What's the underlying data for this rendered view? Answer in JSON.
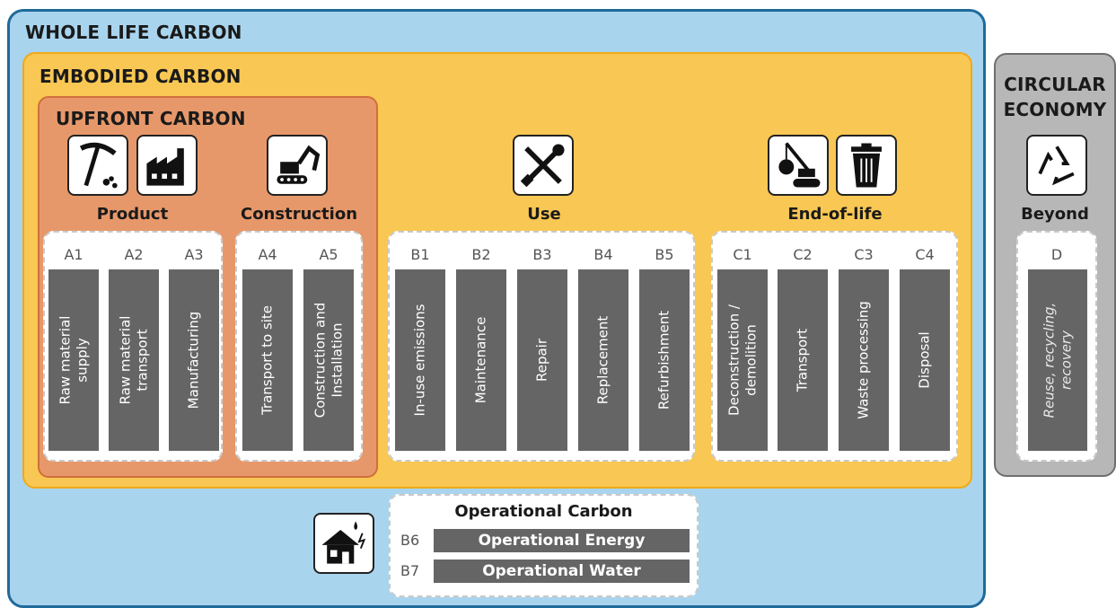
{
  "whole_life": {
    "title": "WHOLE LIFE CARBON"
  },
  "embodied": {
    "title": "EMBODIED CARBON"
  },
  "upfront": {
    "title": "UPFRONT CARBON"
  },
  "circular": {
    "title_line1": "CIRCULAR",
    "title_line2": "ECONOMY",
    "group": "Beyond"
  },
  "groups": {
    "product": "Product",
    "construction": "Construction",
    "use": "Use",
    "end_of_life": "End-of-life"
  },
  "stages": {
    "A1": {
      "code": "A1",
      "label1": "Raw material",
      "label2": "supply"
    },
    "A2": {
      "code": "A2",
      "label1": "Raw material",
      "label2": "transport"
    },
    "A3": {
      "code": "A3",
      "label1": "Manufacturing"
    },
    "A4": {
      "code": "A4",
      "label1": "Transport to site"
    },
    "A5": {
      "code": "A5",
      "label1": "Construction and",
      "label2": "Installation"
    },
    "B1": {
      "code": "B1",
      "label1": "In-use emissions"
    },
    "B2": {
      "code": "B2",
      "label1": "Maintenance"
    },
    "B3": {
      "code": "B3",
      "label1": "Repair"
    },
    "B4": {
      "code": "B4",
      "label1": "Replacement"
    },
    "B5": {
      "code": "B5",
      "label1": "Refurbishment"
    },
    "C1": {
      "code": "C1",
      "label1": "Deconstruction /",
      "label2": "demolition"
    },
    "C2": {
      "code": "C2",
      "label1": "Transport"
    },
    "C3": {
      "code": "C3",
      "label1": "Waste processing"
    },
    "C4": {
      "code": "C4",
      "label1": "Disposal"
    },
    "D": {
      "code": "D",
      "label1": "Reuse, recycling,",
      "label2": "recovery"
    }
  },
  "operational": {
    "title": "Operational Carbon",
    "b6_code": "B6",
    "b6_label": "Operational Energy",
    "b7_code": "B7",
    "b7_label": "Operational Water"
  },
  "icons": [
    "pickaxe-icon",
    "factory-icon",
    "excavator-icon",
    "tools-icon",
    "wrecking-ball-icon",
    "trash-can-icon",
    "recycle-icon",
    "house-utilities-icon"
  ],
  "colors": {
    "whole": "#a9d4ee",
    "embodied": "#f9c753",
    "upfront": "#e7986a",
    "circular": "#b7b7b7",
    "bar": "#656565"
  }
}
